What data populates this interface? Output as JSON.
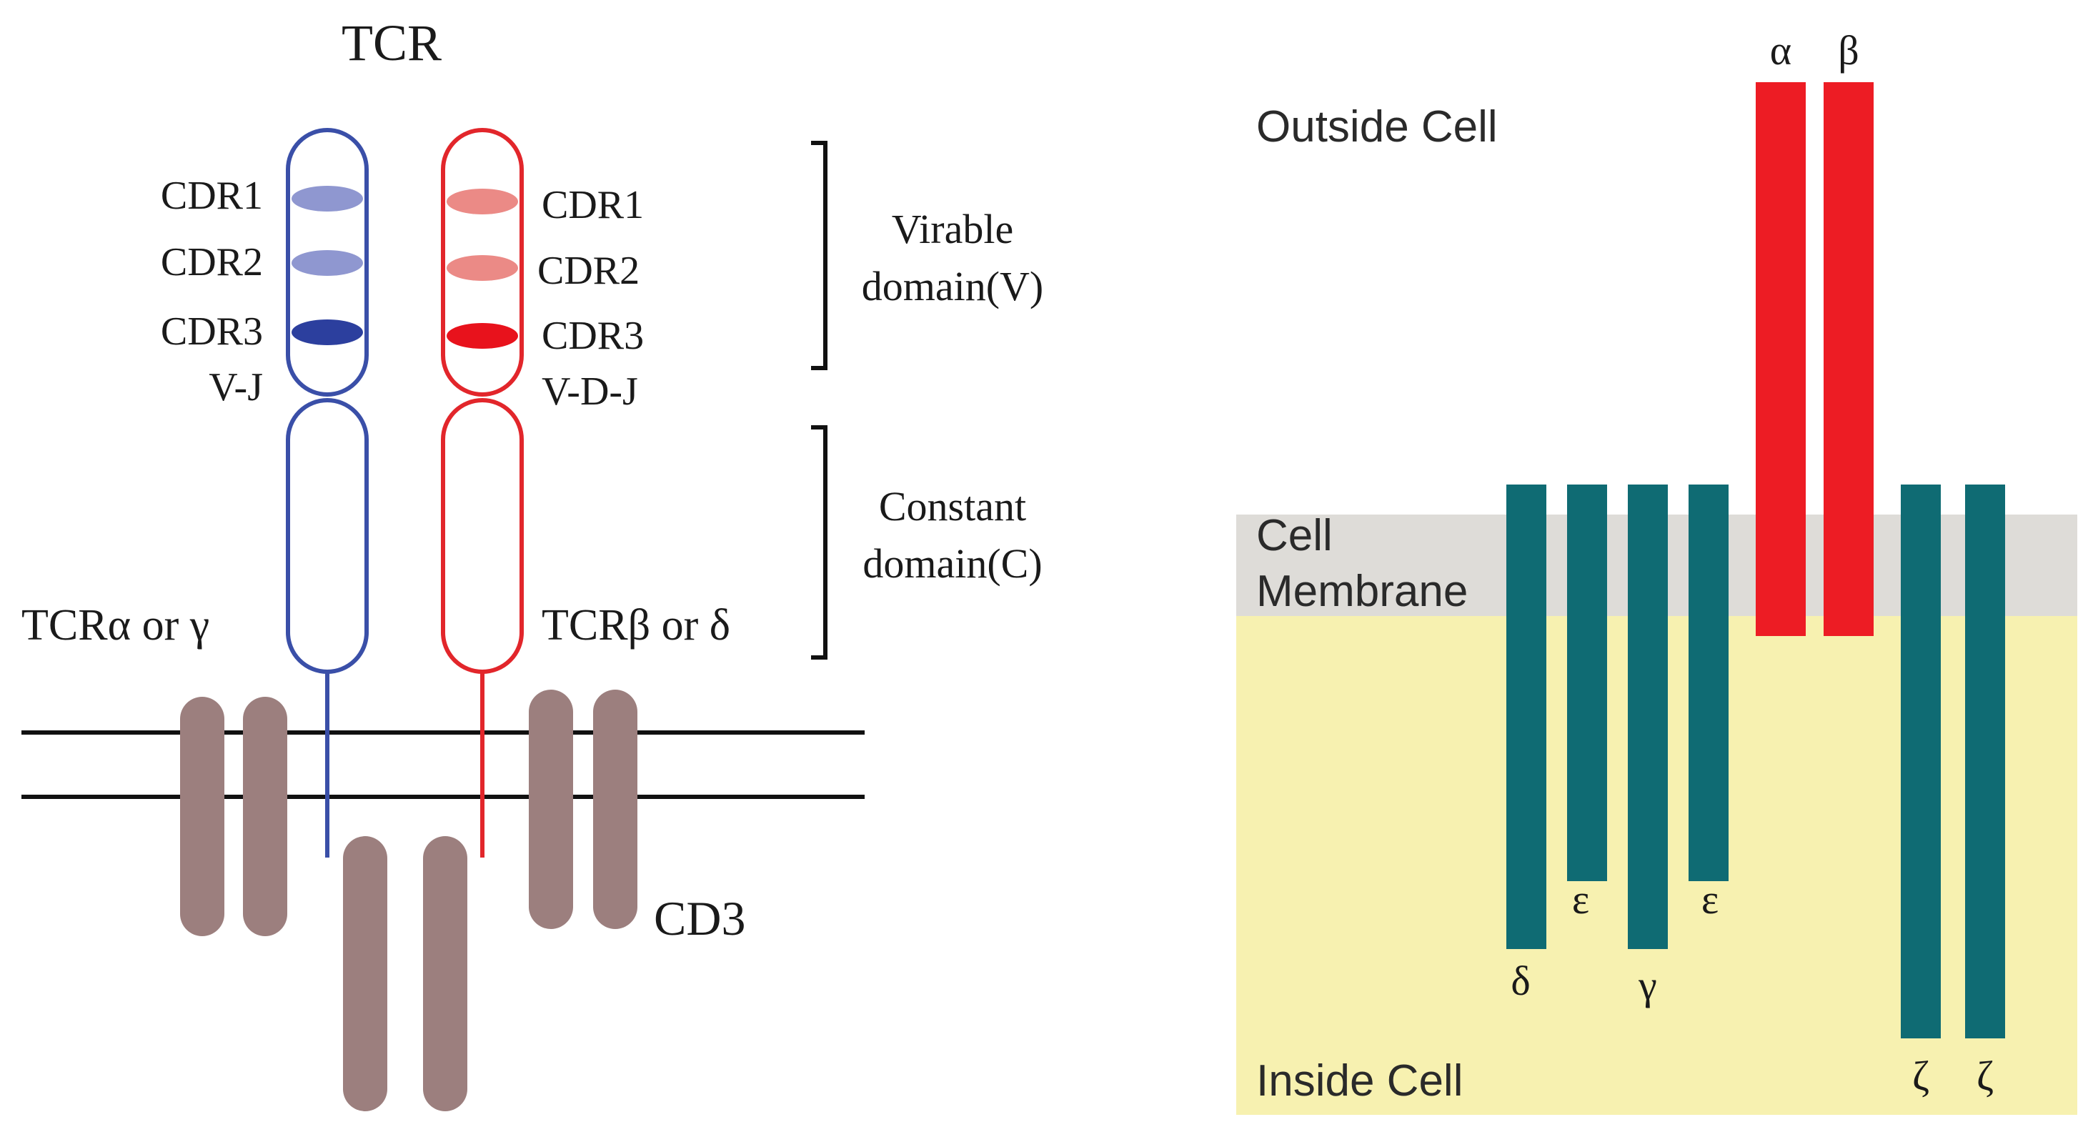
{
  "left_panel": {
    "title": "TCR",
    "alpha_chain": {
      "color": "#3a4fa8",
      "cdrs": [
        {
          "label": "CDR1",
          "color": "#8f97d0"
        },
        {
          "label": "CDR2",
          "color": "#8f97d0"
        },
        {
          "label": "CDR3",
          "color": "#2c3f9e"
        }
      ],
      "segment_label": "V-J",
      "chain_label": "TCRα or γ"
    },
    "beta_chain": {
      "color": "#e2262b",
      "cdrs": [
        {
          "label": "CDR1",
          "color": "#eb8a86"
        },
        {
          "label": "CDR2",
          "color": "#eb8a86"
        },
        {
          "label": "CDR3",
          "color": "#e8121c"
        }
      ],
      "segment_label": "V-D-J",
      "chain_label": "TCRβ or δ"
    },
    "variable_domain": {
      "line1": "Virable",
      "line2": "domain(V)"
    },
    "constant_domain": {
      "line1": "Constant",
      "line2": "domain(C)"
    },
    "cd3_label": "CD3",
    "cd3_color": "#9c7f7e"
  },
  "right_panel": {
    "outside_label": "Outside Cell",
    "membrane_label": {
      "line1": "Cell",
      "line2": "Membrane"
    },
    "inside_label": "Inside Cell",
    "membrane_color": "#dedcd8",
    "cytoplasm_color": "#f7f1b0",
    "cd3_bar_color": "#0f6b73",
    "tcr_bar_color": "#ed1c24",
    "tcr_labels": [
      "α",
      "β"
    ],
    "cd3_labels": [
      "δ",
      "ε",
      "γ",
      "ε",
      "ζ",
      "ζ"
    ]
  }
}
